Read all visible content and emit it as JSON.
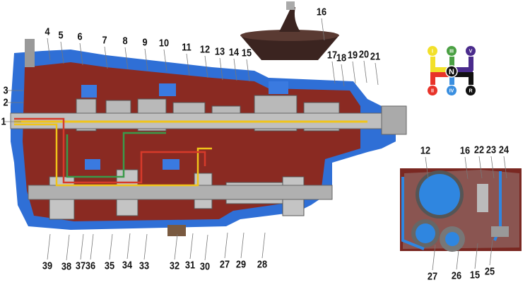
{
  "main_callouts": {
    "top": [
      "4",
      "5",
      "6",
      "7",
      "8",
      "9",
      "10",
      "11",
      "12",
      "13",
      "14",
      "15",
      "16",
      "17",
      "18",
      "19",
      "20",
      "21"
    ],
    "left": [
      "3",
      "2",
      "1"
    ],
    "bottom": [
      "39",
      "38",
      "37",
      "36",
      "35",
      "34",
      "33",
      "32",
      "31",
      "30",
      "27",
      "29",
      "28"
    ]
  },
  "inset_callouts": {
    "top": [
      "12",
      "16",
      "22",
      "23",
      "24"
    ],
    "bottom": [
      "27",
      "26",
      "15",
      "25"
    ]
  },
  "shift_pattern": {
    "neutral": "N",
    "gears_top": [
      "I",
      "III",
      "V"
    ],
    "gears_bottom": [
      "II",
      "IV",
      "R"
    ],
    "colors_top": [
      "#f2e02a",
      "#4aa043",
      "#4a2b8c"
    ],
    "colors_bottom": [
      "#e8342a",
      "#3a8fe0",
      "#111111"
    ]
  },
  "colors": {
    "housing": "#2f6fd6",
    "interior": "#8a2a22",
    "shaft_yellow": "#f0c419",
    "shaft_red": "#d63a2a",
    "shaft_green": "#3a9a4a"
  }
}
